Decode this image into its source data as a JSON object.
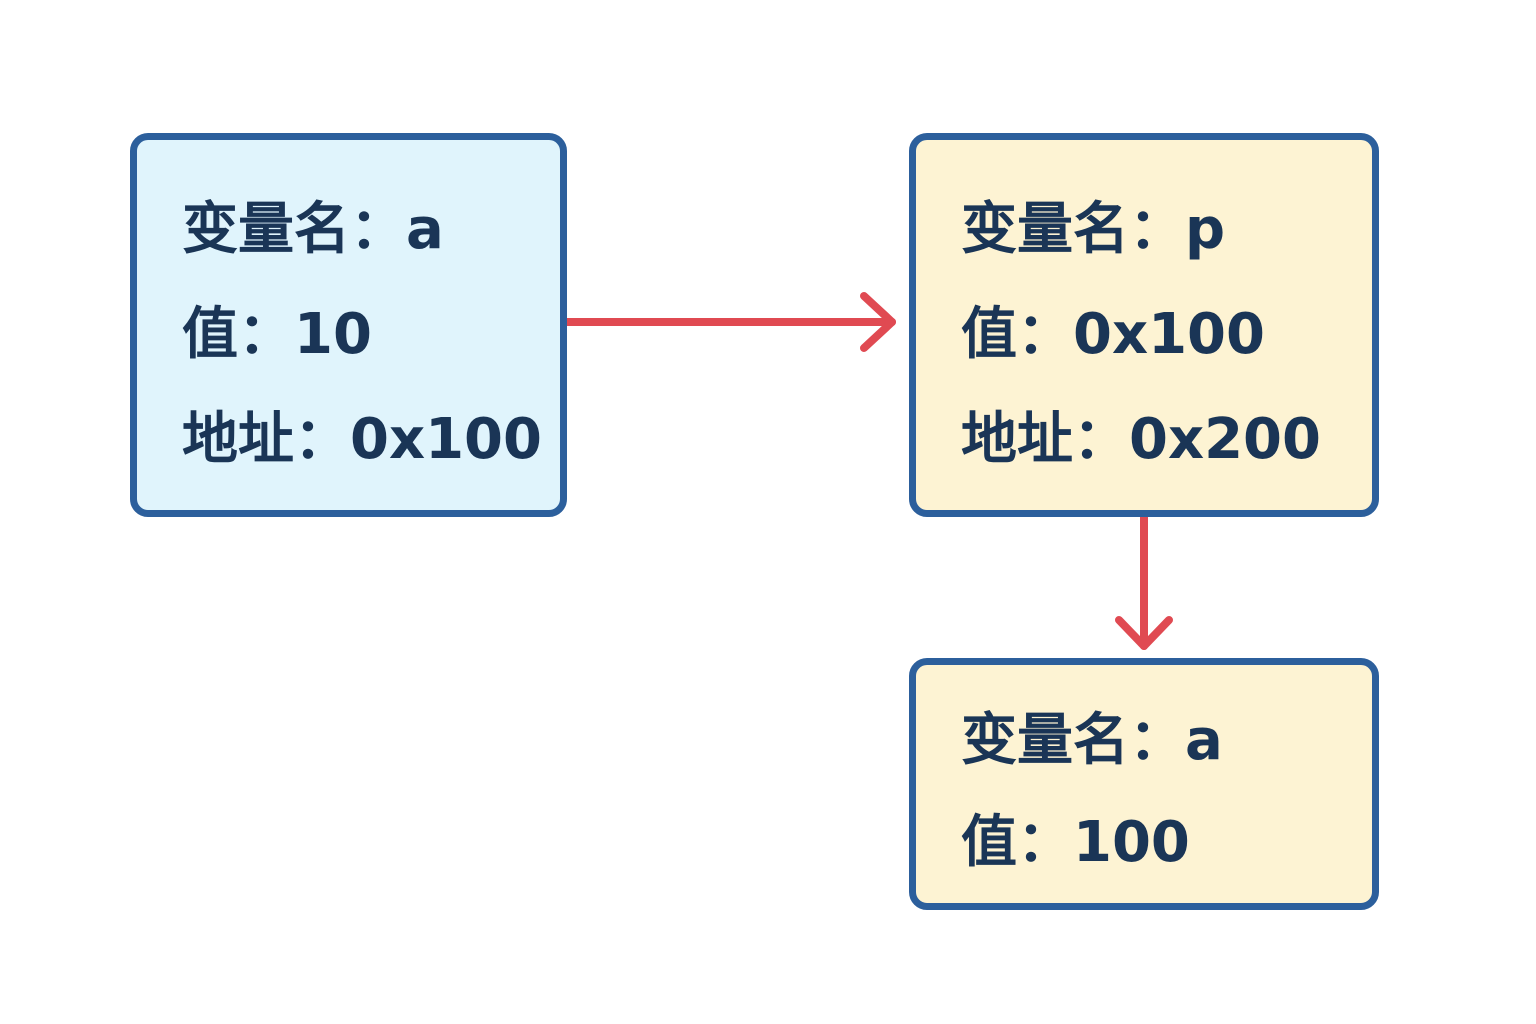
{
  "colors": {
    "box_border": "#2c5f9c",
    "text": "#1a3556",
    "arrow": "#e04a52",
    "variable_a_fill": "#e0f4fc",
    "pointer_p_fill": "#fdf3d3",
    "target_fill": "#fdf3d3"
  },
  "variable_a": {
    "name_line": "变量名：a",
    "value_line": "值：10",
    "address_line": "地址：0x100"
  },
  "pointer_p": {
    "name_line": "变量名：p",
    "value_line": "值：0x100",
    "address_line": "地址：0x200"
  },
  "pointed_target": {
    "name_line": "变量名：a",
    "value_line": "值：100"
  }
}
